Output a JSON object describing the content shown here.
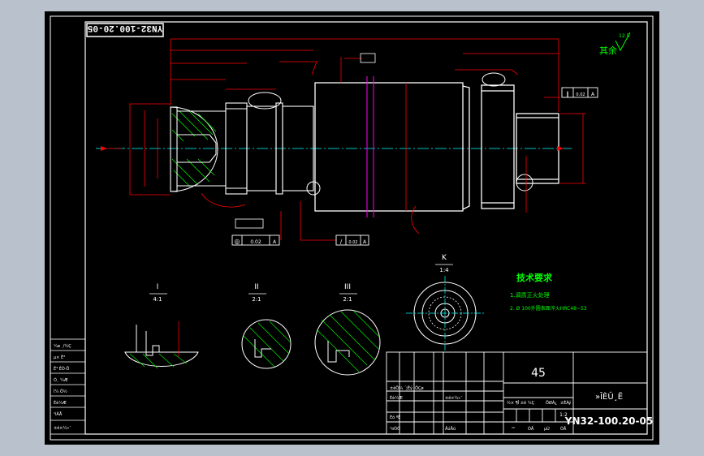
{
  "drawing_number": "YN32-100.20-05",
  "drawing_number_mirrored": "YN32-100.20-05",
  "material": "45",
  "part_name": "»ĪÈÛ¸Ë",
  "scale": "1:2",
  "roughness_symbol": "12.5",
  "roughness_note": "其余",
  "tech_req": {
    "title": "技术要求",
    "item1": "1.调质正火处理",
    "item2": "2.  Ø 100外圆表面淬火HRC48~53"
  },
  "views": {
    "v1": {
      "roman": "I",
      "scale": "4:1"
    },
    "v2": {
      "roman": "II",
      "scale": "2:1"
    },
    "v3": {
      "roman": "III",
      "scale": "2:1"
    },
    "vk": {
      "roman": "K",
      "scale": "1:4"
    }
  },
  "tolerance_frames": {
    "f1": {
      "sym": "◎",
      "val": "0.02",
      "datum": "A"
    },
    "f2": {
      "sym": "/",
      "val": "0.02",
      "datum": "A"
    },
    "f3": {
      "sym": "∥",
      "val": "0.02",
      "datum": "A"
    }
  },
  "title_block": {
    "left_labels": [
      "¼ø ¸ï¼Ç",
      "µ× Ê³",
      "Ê³ ÈÕ·Ö",
      "Ó¸ ¼Æ",
      "Í¼ Ö½",
      "Éè¼Æ",
      "¹ìÃÅ",
      "±ê×¼»¯"
    ],
    "row_a": "±êÖ¾ ´¦Êý ·ÖÇø",
    "row_b": "Éè¼Æ",
    "row_c": "±ê×¼»¯",
    "row_d": "Éó ºË",
    "row_e": "¹¤ÒÕ",
    "row_f": "ÅúÅú",
    "stage_label": "½× ¶Î ±ê ¼Ç",
    "weight_label": "ÖØÁ¿",
    "scale_label": "±ÈÀý",
    "sheet_a": "¹²",
    "sheet_b": "ÕÅ",
    "sheet_c": "µÚ",
    "sheet_d": "ÕÅ"
  },
  "colors": {
    "background": "#000000",
    "frame": "#ffffff",
    "outline": "#ffffff",
    "dimension": "#ff0000",
    "centerline": "#00ffff",
    "hatch": "#00ff00",
    "text_green": "#00ff00",
    "keyway": "#ff00ff",
    "outer": "#b9c2cc"
  }
}
